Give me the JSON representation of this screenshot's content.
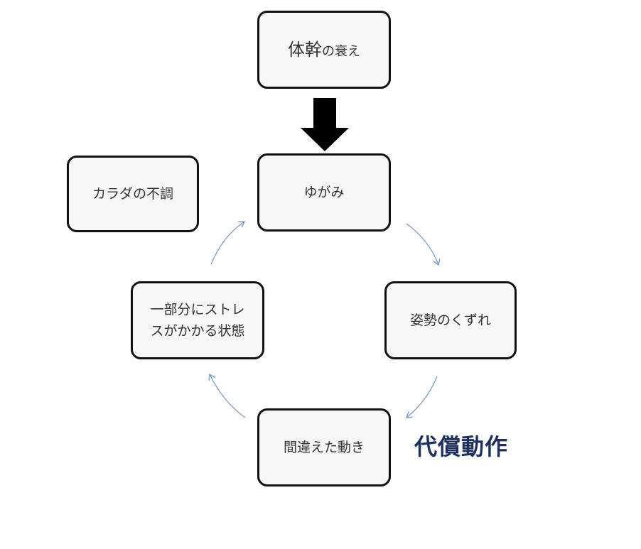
{
  "nodes": {
    "top": {
      "part1": "体幹",
      "part2": "の衰え"
    },
    "yugami": {
      "label": "ゆがみ"
    },
    "karada": {
      "label": "カラダの不調"
    },
    "shisei": {
      "label": "姿勢のくずれ"
    },
    "stress": {
      "line1": "一部分にストレ",
      "line2": "スがかかる状態"
    },
    "ugoki": {
      "label": "間違えた動き"
    }
  },
  "annotation": {
    "label": "代償動作"
  },
  "colors": {
    "box_border": "#111111",
    "box_fill": "#f7f7f7",
    "text": "#333333",
    "cycle_arrow": "#7a9cc6",
    "big_arrow": "#000000",
    "annotation_text": "#1f2f5e"
  },
  "icons": {
    "down_arrow": "thick-down-arrow-icon",
    "cycle_arrow": "curved-arrow-icon"
  }
}
